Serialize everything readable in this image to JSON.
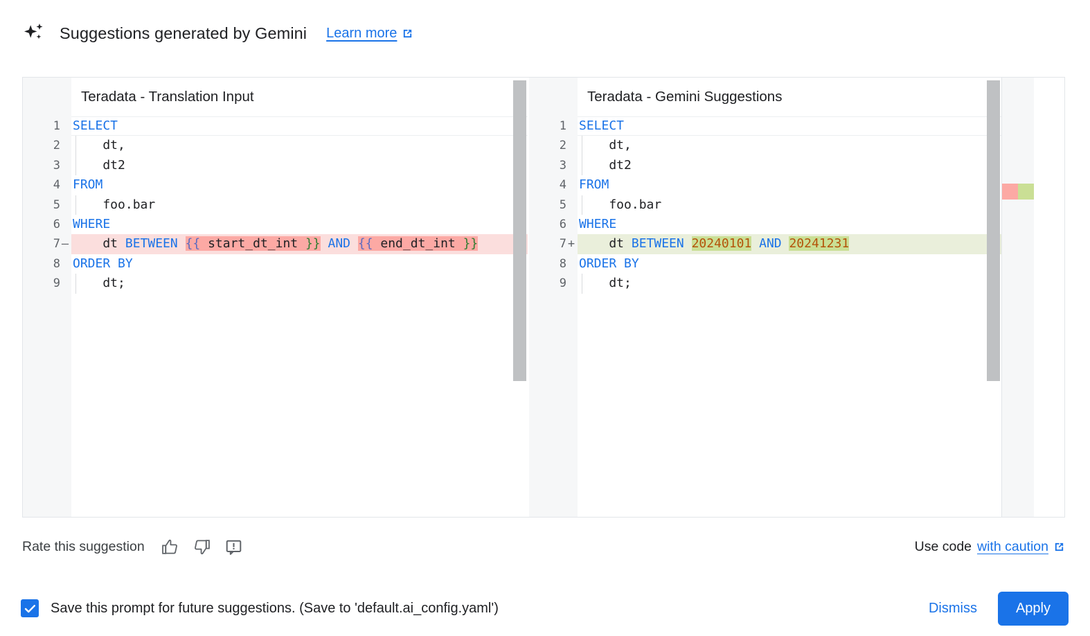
{
  "header": {
    "icon": "gemini-sparkle-icon",
    "title": "Suggestions generated by Gemini",
    "learn_more_label": "Learn more",
    "learn_more_icon": "external-link-icon"
  },
  "diff": {
    "left": {
      "title": "Teradata - Translation Input",
      "lines": [
        {
          "n": "1",
          "sign": "",
          "state": "cur",
          "indent": false,
          "tokens": [
            {
              "t": "SELECT",
              "c": "kw"
            }
          ]
        },
        {
          "n": "2",
          "sign": "",
          "state": "",
          "indent": true,
          "tokens": [
            {
              "t": "    dt,",
              "c": "pln"
            }
          ]
        },
        {
          "n": "3",
          "sign": "",
          "state": "",
          "indent": true,
          "tokens": [
            {
              "t": "    dt2",
              "c": "pln"
            }
          ]
        },
        {
          "n": "4",
          "sign": "",
          "state": "",
          "indent": false,
          "tokens": [
            {
              "t": "FROM",
              "c": "kw"
            }
          ]
        },
        {
          "n": "5",
          "sign": "",
          "state": "",
          "indent": true,
          "tokens": [
            {
              "t": "    foo.bar",
              "c": "pln"
            }
          ]
        },
        {
          "n": "6",
          "sign": "",
          "state": "",
          "indent": false,
          "tokens": [
            {
              "t": "WHERE",
              "c": "kw"
            }
          ]
        },
        {
          "n": "7",
          "sign": "—",
          "state": "del",
          "indent": false,
          "tokens": [
            {
              "t": "    dt ",
              "c": "pln"
            },
            {
              "t": "BETWEEN",
              "c": "kw"
            },
            {
              "t": " ",
              "c": "pln"
            },
            {
              "t": "{{",
              "c": "brace-o",
              "seg": "del"
            },
            {
              "t": " start_dt_int ",
              "c": "var",
              "seg": "del"
            },
            {
              "t": "}}",
              "c": "brace-c",
              "seg": "del"
            },
            {
              "t": " ",
              "c": "pln"
            },
            {
              "t": "AND",
              "c": "kw"
            },
            {
              "t": " ",
              "c": "pln"
            },
            {
              "t": "{{",
              "c": "brace-o",
              "seg": "del"
            },
            {
              "t": " end_dt_int ",
              "c": "var",
              "seg": "del"
            },
            {
              "t": "}}",
              "c": "brace-c",
              "seg": "del"
            }
          ]
        },
        {
          "n": "8",
          "sign": "",
          "state": "",
          "indent": false,
          "tokens": [
            {
              "t": "ORDER BY",
              "c": "kw"
            }
          ]
        },
        {
          "n": "9",
          "sign": "",
          "state": "",
          "indent": true,
          "tokens": [
            {
              "t": "    dt;",
              "c": "pln"
            }
          ]
        }
      ]
    },
    "right": {
      "title": "Teradata - Gemini Suggestions",
      "lines": [
        {
          "n": "1",
          "sign": "",
          "state": "cur",
          "indent": false,
          "tokens": [
            {
              "t": "SELECT",
              "c": "kw"
            }
          ]
        },
        {
          "n": "2",
          "sign": "",
          "state": "",
          "indent": true,
          "tokens": [
            {
              "t": "    dt,",
              "c": "pln"
            }
          ]
        },
        {
          "n": "3",
          "sign": "",
          "state": "",
          "indent": true,
          "tokens": [
            {
              "t": "    dt2",
              "c": "pln"
            }
          ]
        },
        {
          "n": "4",
          "sign": "",
          "state": "",
          "indent": false,
          "tokens": [
            {
              "t": "FROM",
              "c": "kw"
            }
          ]
        },
        {
          "n": "5",
          "sign": "",
          "state": "",
          "indent": true,
          "tokens": [
            {
              "t": "    foo.bar",
              "c": "pln"
            }
          ]
        },
        {
          "n": "6",
          "sign": "",
          "state": "",
          "indent": false,
          "tokens": [
            {
              "t": "WHERE",
              "c": "kw"
            }
          ]
        },
        {
          "n": "7",
          "sign": "+",
          "state": "add",
          "indent": false,
          "tokens": [
            {
              "t": "    dt ",
              "c": "pln"
            },
            {
              "t": "BETWEEN",
              "c": "kw"
            },
            {
              "t": " ",
              "c": "pln"
            },
            {
              "t": "20240101",
              "c": "num-lit",
              "seg": "add"
            },
            {
              "t": " ",
              "c": "pln"
            },
            {
              "t": "AND",
              "c": "kw"
            },
            {
              "t": " ",
              "c": "pln"
            },
            {
              "t": "20241231",
              "c": "num-lit",
              "seg": "add"
            }
          ]
        },
        {
          "n": "8",
          "sign": "",
          "state": "",
          "indent": false,
          "tokens": [
            {
              "t": "ORDER BY",
              "c": "kw"
            }
          ]
        },
        {
          "n": "9",
          "sign": "",
          "state": "",
          "indent": true,
          "tokens": [
            {
              "t": "    dt;",
              "c": "pln"
            }
          ]
        }
      ]
    },
    "overview_markers": [
      {
        "kind": "removed",
        "color": "#fca9a4"
      },
      {
        "kind": "added",
        "color": "#cadf95"
      }
    ]
  },
  "rate": {
    "label": "Rate this suggestion",
    "thumb_up_icon": "thumb-up-icon",
    "thumb_down_icon": "thumb-down-icon",
    "report_icon": "report-issue-icon",
    "use_code_prefix": "Use code",
    "caution_label": "with caution",
    "caution_icon": "external-link-icon"
  },
  "footer": {
    "checkbox_checked": true,
    "checkbox_label": "Save this prompt for future suggestions. (Save to 'default.ai_config.yaml')",
    "dismiss_label": "Dismiss",
    "apply_label": "Apply"
  },
  "colors": {
    "accent": "#1a73e8",
    "keyword": "#1a73e8",
    "number_literal": "#b45309",
    "diff_removed_bg": "#fbdedd",
    "diff_removed_seg": "#fca9a4",
    "diff_added_bg": "#eaefdb",
    "diff_added_seg": "#cadf95",
    "gutter_bg": "#f6f7f8",
    "scrollbar": "#bfc1c3"
  }
}
